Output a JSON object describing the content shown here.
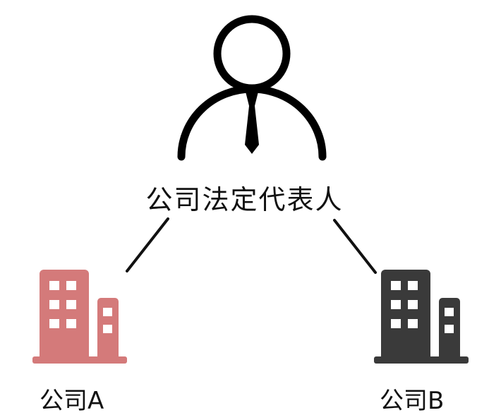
{
  "diagram": {
    "representative": {
      "label": "公司法定代表人",
      "icon": "person-tie-icon",
      "color": "#000000"
    },
    "companies": [
      {
        "label": "公司A",
        "icon": "office-building-icon",
        "color": "#D47A7A"
      },
      {
        "label": "公司B",
        "icon": "office-building-icon",
        "color": "#3A3A3A"
      }
    ],
    "connector_color": "#111111"
  }
}
